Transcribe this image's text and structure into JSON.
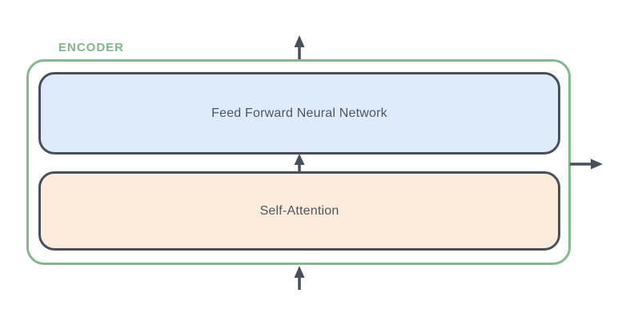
{
  "diagram": {
    "encoder_label": "ENCODER",
    "blocks": [
      {
        "name": "feed-forward",
        "label": "Feed Forward Neural Network",
        "fill": "#deebfb"
      },
      {
        "name": "self-attention",
        "label": "Self-Attention",
        "fill": "#fdecdc"
      }
    ],
    "arrows": [
      {
        "name": "input-arrow",
        "direction": "up"
      },
      {
        "name": "self-attention-to-feed-forward-arrow",
        "direction": "up"
      },
      {
        "name": "output-arrow-top",
        "direction": "up"
      },
      {
        "name": "output-arrow-right",
        "direction": "right"
      }
    ],
    "colors": {
      "background": "#ffffff",
      "encoder_border": "#84b98b",
      "encoder_label_text": "#82b58a",
      "block_border": "#47505c",
      "block_text": "#4d5661",
      "arrow": "#47505c",
      "feed_forward_fill": "#deebfb",
      "self_attention_fill": "#fdecdc"
    }
  }
}
